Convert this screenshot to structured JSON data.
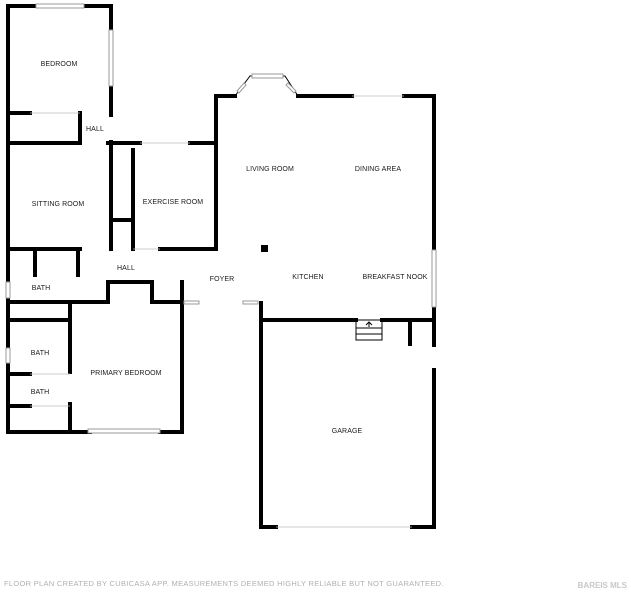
{
  "rooms": {
    "bedroom": "BEDROOM",
    "hall_upper": "HALL",
    "sitting_room": "SITTING ROOM",
    "exercise_room": "EXERCISE ROOM",
    "living_room": "LIVING ROOM",
    "dining_area": "DINING AREA",
    "hall_lower": "HALL",
    "foyer": "FOYER",
    "kitchen": "KITCHEN",
    "breakfast_nook": "BREAKFAST NOOK",
    "bath_1": "BATH",
    "bath_2": "BATH",
    "bath_3": "BATH",
    "primary_bedroom": "PRIMARY BEDROOM",
    "garage": "GARAGE"
  },
  "footer": {
    "disclaimer": "FLOOR PLAN CREATED BY CUBICASA APP. MEASUREMENTS DEEMED HIGHLY RELIABLE BUT NOT GUARANTEED."
  },
  "watermark": {
    "text": "BAREIS MLS"
  }
}
